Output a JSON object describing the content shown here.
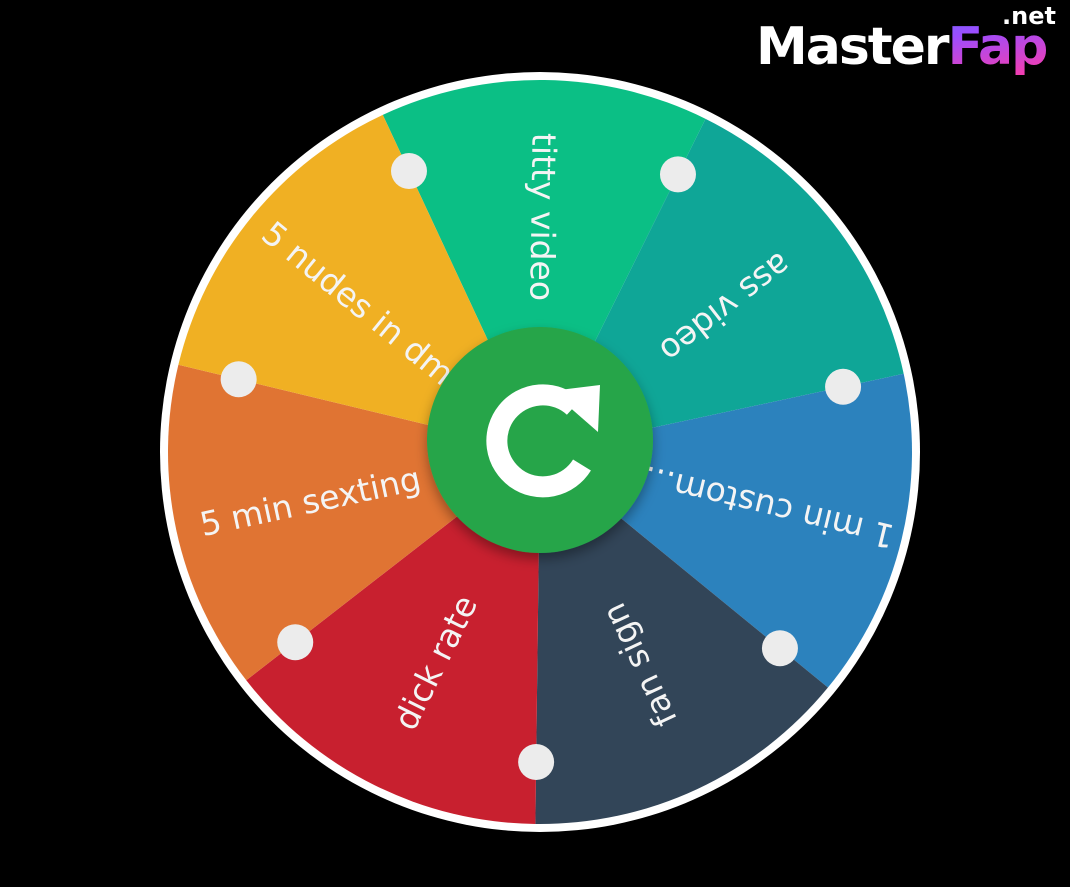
{
  "brand": {
    "logo_text": "MasterFap",
    "logo_suffix": ".net"
  },
  "wheel": {
    "spin_button_icon": "refresh-icon",
    "segments": [
      {
        "label": "titty video",
        "color": "#0bbf85"
      },
      {
        "label": "ass video",
        "color": "#0fa697"
      },
      {
        "label": "1 min custom...",
        "color": "#2c82bd"
      },
      {
        "label": "fan sign",
        "color": "#324558"
      },
      {
        "label": "dick rate",
        "color": "#c8202f"
      },
      {
        "label": "5 min sexting",
        "color": "#e07433"
      },
      {
        "label": "5 nudes in dm",
        "color": "#f0b023"
      }
    ],
    "spin_button_color": "#26a54a"
  }
}
